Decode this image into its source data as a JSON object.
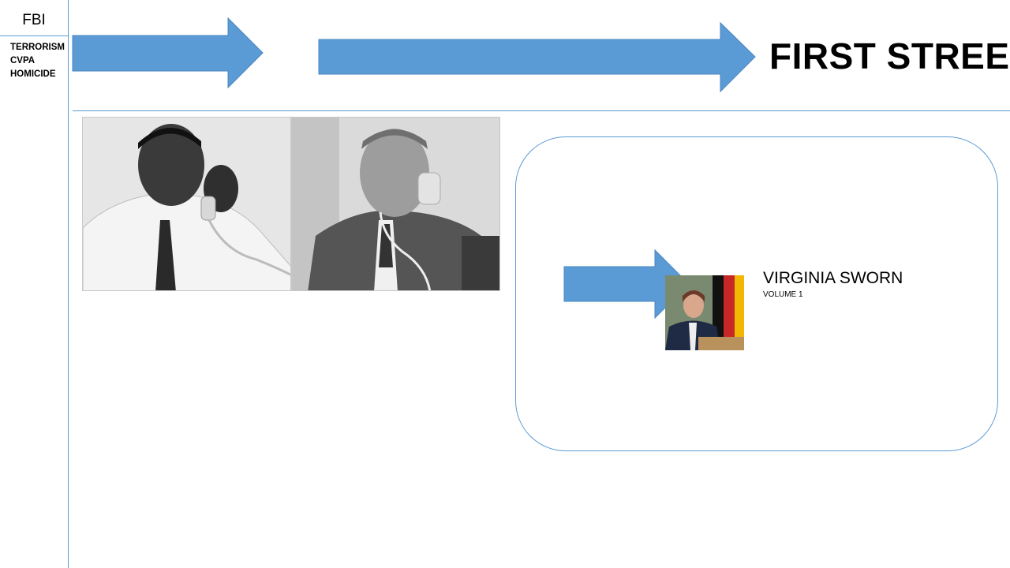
{
  "sidebar": {
    "title": "FBI",
    "items": [
      "TERRORISM",
      "CVPA",
      "HOMICIDE"
    ]
  },
  "header": {
    "headline": "FIRST STREET"
  },
  "card": {
    "name": "VIRGINIA SWORN",
    "subtitle": "VOLUME 1"
  },
  "colors": {
    "accent": "#5b9bd5",
    "arrow_fill": "#5b9bd5",
    "arrow_stroke": "#4a86c0"
  }
}
